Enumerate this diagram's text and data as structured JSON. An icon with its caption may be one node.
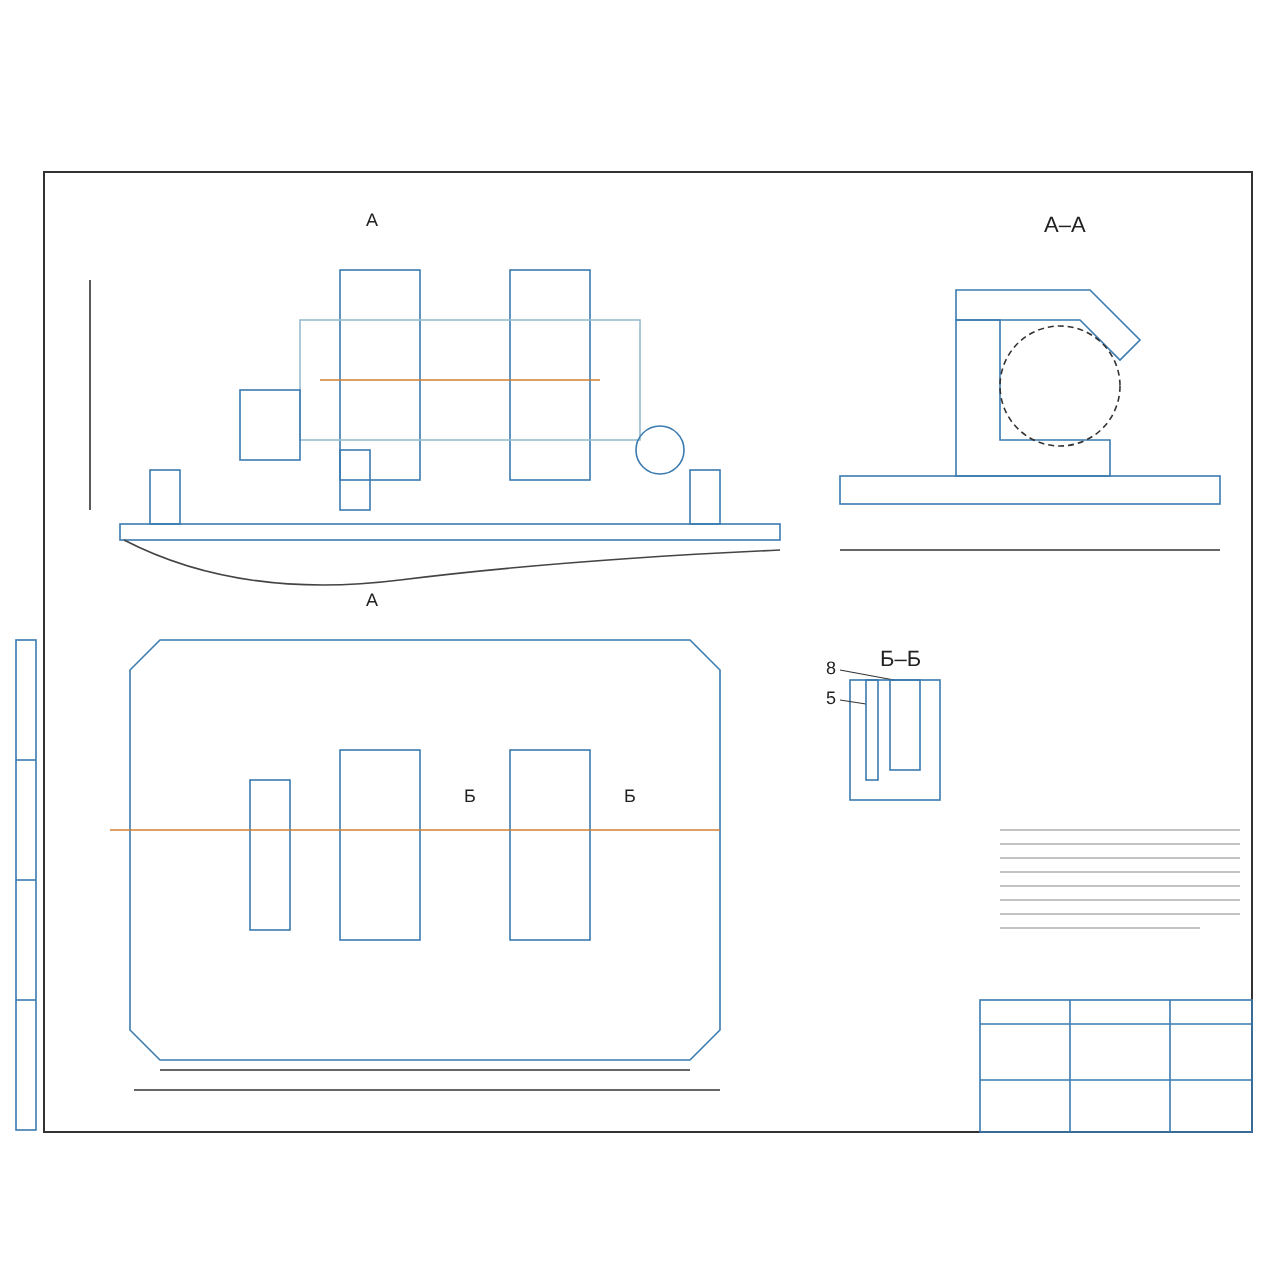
{
  "diagram": {
    "nodes": [
      {
        "text": [
          "8"
        ]
      },
      {
        "text": [
          "5"
        ]
      },
      {
        "text": [],
        "shape": "bar"
      },
      {
        "text": [],
        "shape": "bar"
      }
    ],
    "edges": [
      {
        "from": 0,
        "to": 3,
        "arrow": "none"
      },
      {
        "from": 1,
        "to": 2,
        "arrow": "none"
      }
    ],
    "labels": [
      "А",
      "А",
      "А–А",
      "Б",
      "Б",
      "Б–Б"
    ]
  }
}
